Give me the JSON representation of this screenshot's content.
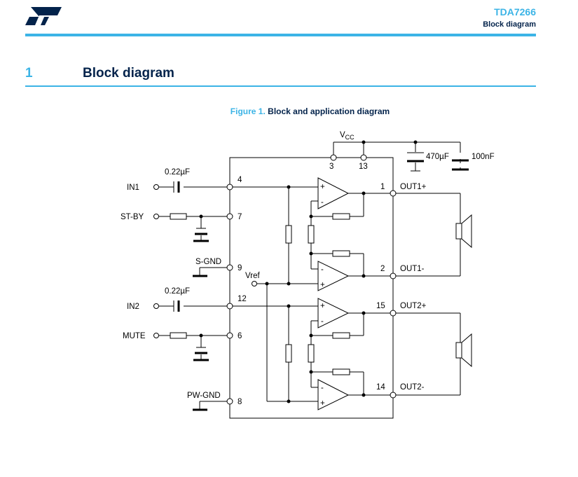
{
  "header": {
    "logo_text": "ST",
    "part_number": "TDA7266",
    "section_name": "Block diagram"
  },
  "section": {
    "number": "1",
    "title": "Block diagram"
  },
  "figure": {
    "label": "Figure 1.",
    "caption": "Block and application diagram"
  },
  "diagram": {
    "vcc": "V",
    "vcc_sub": "CC",
    "pin_vcc_a": "3",
    "pin_vcc_b": "13",
    "cap_470": "470µF",
    "cap_100": "100nF",
    "cap_in1": "0.22µF",
    "cap_in2": "0.22µF",
    "in1": "IN1",
    "stby": "ST-BY",
    "sgnd": "S-GND",
    "in2": "IN2",
    "mute": "MUTE",
    "pwgnd": "PW-GND",
    "vref": "Vref",
    "pin4": "4",
    "pin7": "7",
    "pin9": "9",
    "pin12": "12",
    "pin6": "6",
    "pin8": "8",
    "pin1": "1",
    "pin2": "2",
    "pin15": "15",
    "pin14": "14",
    "out1p": "OUT1+",
    "out1m": "OUT1-",
    "out2p": "OUT2+",
    "out2m": "OUT2-",
    "plus": "+",
    "minus": "-"
  }
}
